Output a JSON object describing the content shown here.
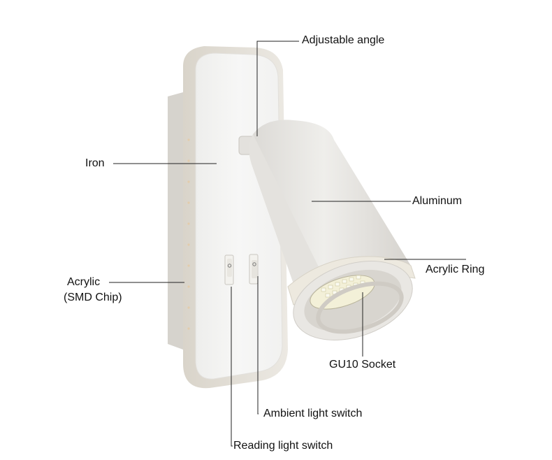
{
  "diagram": {
    "subject": "Wall spotlight with reading and ambient light switches",
    "colors": {
      "background": "#ffffff",
      "plate": "#f4f4f3",
      "acrylic_edge": "#e6e2da",
      "back_box": "#d8d5cf",
      "lamp_body": "#ebe9e6",
      "leader_line": "#222222",
      "led_chip": "#f3f0d8"
    },
    "callouts": [
      {
        "id": "adjustable-angle",
        "label": "Adjustable angle"
      },
      {
        "id": "iron",
        "label": "Iron"
      },
      {
        "id": "aluminum",
        "label": "Aluminum"
      },
      {
        "id": "acrylic-ring",
        "label": "Acrylic Ring"
      },
      {
        "id": "acrylic-smd",
        "label_line1": "Acrylic",
        "label_line2": "(SMD Chip)"
      },
      {
        "id": "gu10-socket",
        "label": "GU10 Socket"
      },
      {
        "id": "ambient-switch",
        "label": "Ambient light switch"
      },
      {
        "id": "reading-switch",
        "label": "Reading light switch"
      }
    ]
  }
}
